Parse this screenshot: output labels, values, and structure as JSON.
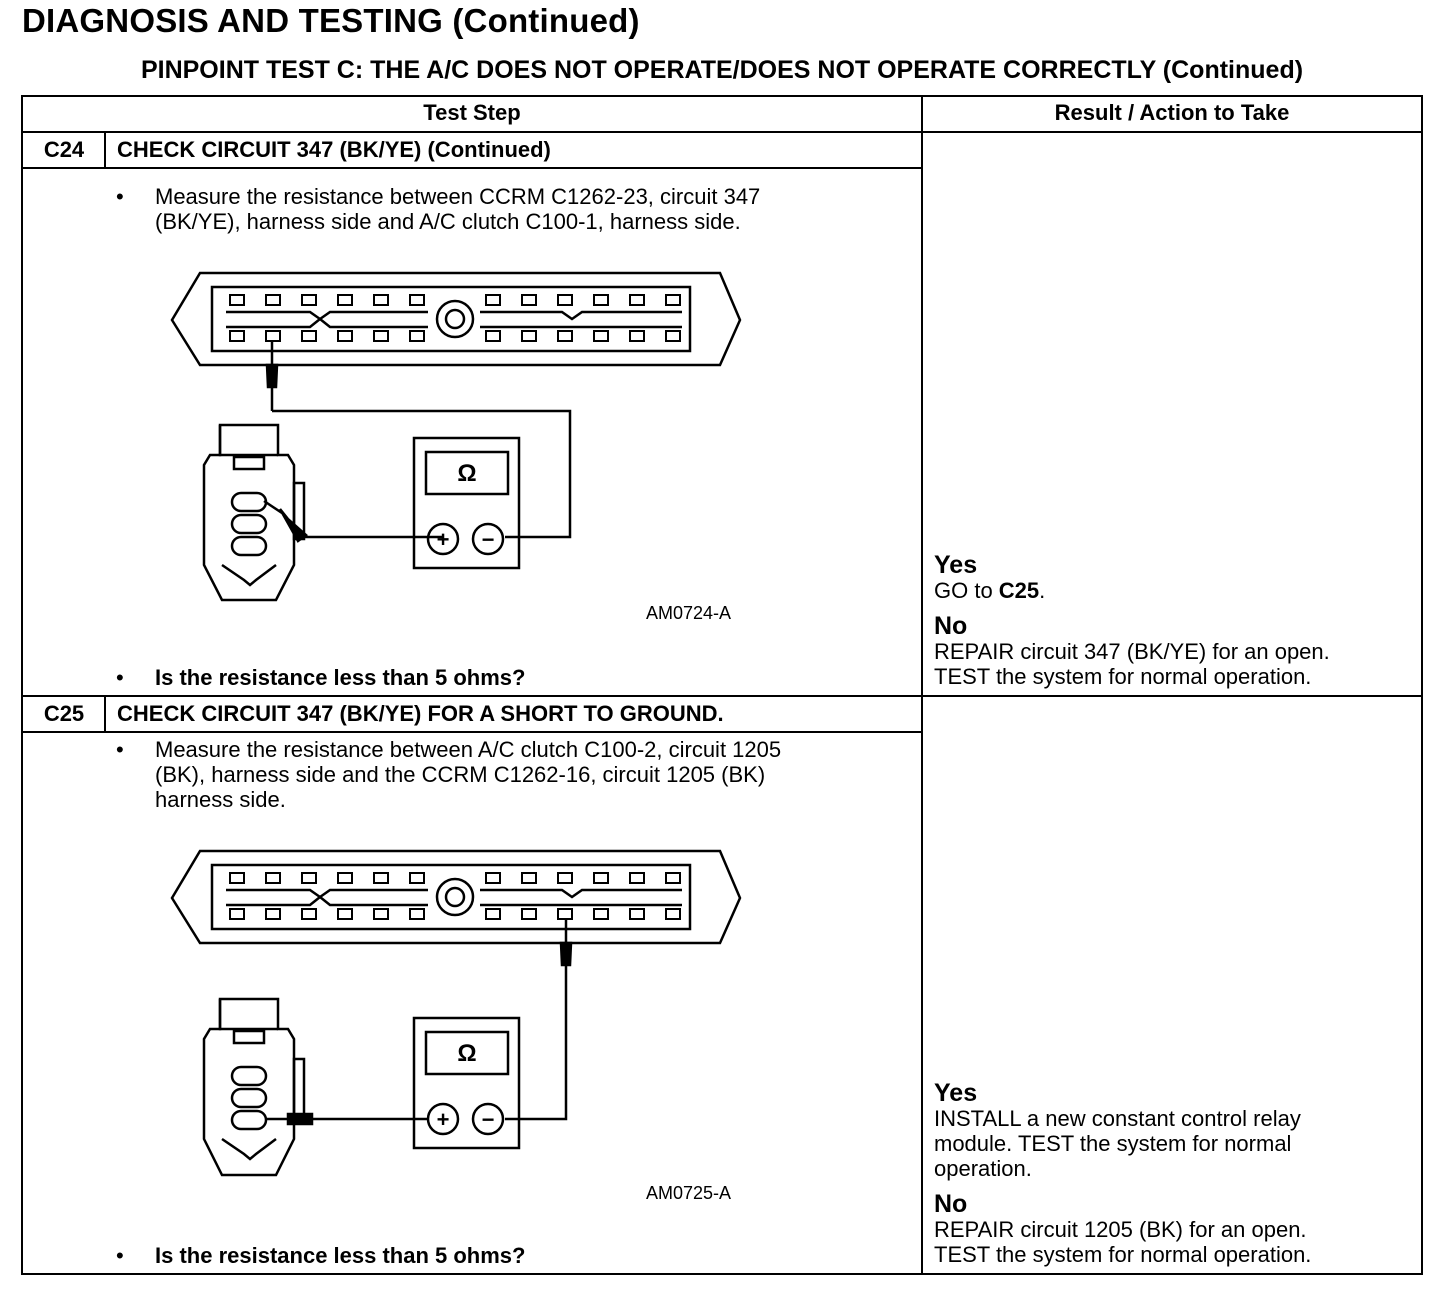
{
  "header": {
    "title": "DIAGNOSIS AND TESTING (Continued)",
    "subtitle": "PINPOINT TEST  C: THE A/C DOES NOT OPERATE/DOES NOT OPERATE CORRECTLY (Continued)"
  },
  "table": {
    "col_step": "Test Step",
    "col_result": "Result / Action to Take"
  },
  "steps": [
    {
      "id": "C24",
      "title": "CHECK CIRCUIT 347 (BK/YE) (Continued)",
      "bullet": "•",
      "instruction_l1": "Measure the resistance between CCRM C1262-23, circuit 347",
      "instruction_l2": "(BK/YE), harness side and A/C clutch C100-1, harness side.",
      "instruction_l3": "",
      "figure_id": "AM0724-A",
      "meter_symbol": "Ω",
      "plus": "+",
      "minus": "−",
      "question": "Is the resistance less than 5 ohms?",
      "yes_label": "Yes",
      "yes_pre": "GO to ",
      "yes_bold": "C25",
      "yes_post": ".",
      "no_label": "No",
      "no_l1": "REPAIR circuit 347 (BK/YE) for an open.",
      "no_l2": "TEST the system for normal operation."
    },
    {
      "id": "C25",
      "title": "CHECK CIRCUIT 347 (BK/YE) FOR A SHORT TO GROUND.",
      "bullet": "•",
      "instruction_l1": "Measure the resistance between A/C clutch C100-2, circuit 1205",
      "instruction_l2": "(BK), harness side and the CCRM C1262-16, circuit 1205 (BK)",
      "instruction_l3": "harness side.",
      "figure_id": "AM0725-A",
      "meter_symbol": "Ω",
      "plus": "+",
      "minus": "−",
      "question": "Is the resistance less than 5 ohms?",
      "yes_label": "Yes",
      "yes_l1": "INSTALL a new constant control relay",
      "yes_l2": "module. TEST the system for normal",
      "yes_l3": "operation.",
      "no_label": "No",
      "no_l1": "REPAIR circuit 1205 (BK) for an open.",
      "no_l2": "TEST the system for normal operation."
    }
  ]
}
